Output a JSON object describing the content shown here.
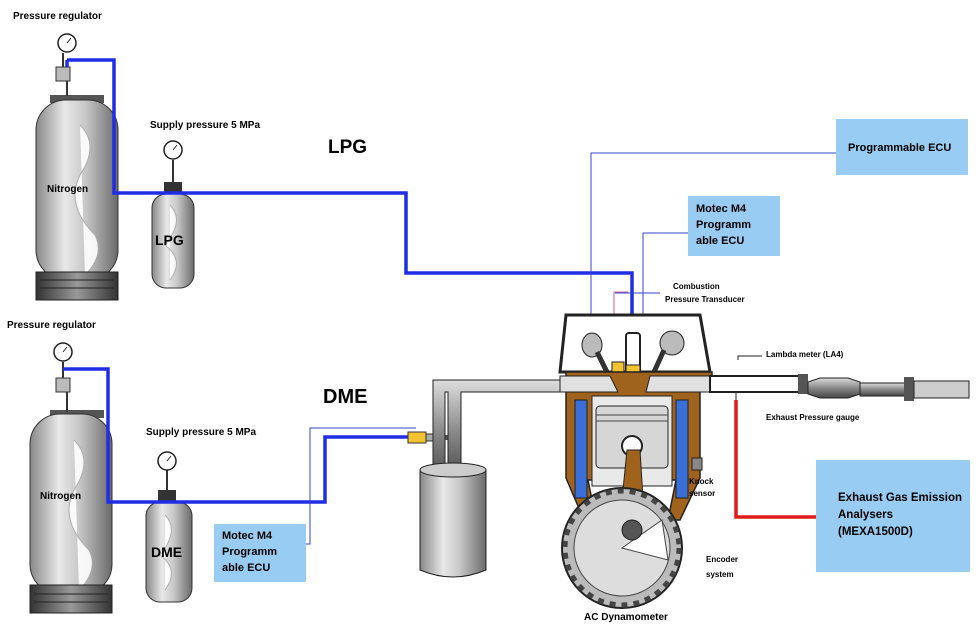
{
  "labels": {
    "pressure_regulator_top": "Pressure regulator",
    "pressure_regulator_bottom": "Pressure regulator",
    "supply_pressure_top": "Supply pressure 5 MPa",
    "supply_pressure_bottom": "Supply pressure 5 MPa",
    "nitrogen_top": "Nitrogen",
    "nitrogen_bottom": "Nitrogen",
    "lpg_tank": "LPG",
    "dme_tank": "DME",
    "lpg_line": "LPG",
    "dme_line": "DME",
    "combustion_pressure_transducer_1": "Combustion",
    "combustion_pressure_transducer_2": "Pressure Transducer",
    "lambda_meter": "Lambda meter (LA4)",
    "exhaust_pressure_gauge": "Exhaust Pressure gauge",
    "knock_sensor_1": "Knock",
    "knock_sensor_2": "sensor",
    "encoder_system_1": "Encoder",
    "encoder_system_2": "system",
    "ac_dynamometer": "AC Dynamometer"
  },
  "boxes": {
    "programmable_ecu": "Programmable ECU",
    "motec_top": [
      "Motec M4",
      "Programm",
      "able ECU"
    ],
    "motec_bottom": [
      "Motec M4",
      "Programm",
      "able ECU"
    ],
    "emission_analysers": [
      "Exhaust Gas Emission",
      "Analysers",
      "(MEXA1500D)"
    ]
  },
  "colors": {
    "fuel_line": "#1f2ee6",
    "signal_line": "#3344cc",
    "emission_line": "#e01b1b",
    "box_fill": "#99ccf2",
    "engine_brown": "#a0631e",
    "coolant_blue": "#3a6fd8"
  }
}
